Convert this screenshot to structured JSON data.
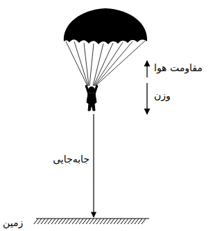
{
  "diagram": {
    "labels": [
      "مقاومت هوا",
      "وزن",
      "جابه‌جایی",
      "زمین"
    ]
  }
}
